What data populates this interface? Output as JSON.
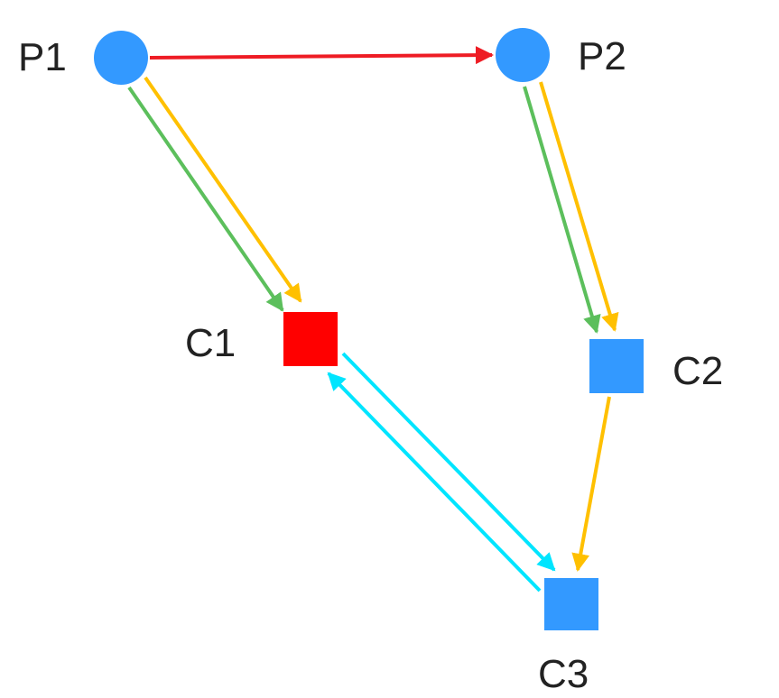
{
  "diagram": {
    "nodes": [
      {
        "id": "P1",
        "label": "P1",
        "shape": "circle",
        "color": "#3399ff"
      },
      {
        "id": "P2",
        "label": "P2",
        "shape": "circle",
        "color": "#3399ff"
      },
      {
        "id": "C1",
        "label": "C1",
        "shape": "square",
        "color": "#ff0000"
      },
      {
        "id": "C2",
        "label": "C2",
        "shape": "square",
        "color": "#3399ff"
      },
      {
        "id": "C3",
        "label": "C3",
        "shape": "square",
        "color": "#3399ff"
      }
    ],
    "edges": [
      {
        "from": "P1",
        "to": "P2",
        "color": "#ee1c24"
      },
      {
        "from": "P1",
        "to": "C1",
        "color": "#5cbf5c"
      },
      {
        "from": "P1",
        "to": "C1",
        "color": "#ffc000"
      },
      {
        "from": "P2",
        "to": "C2",
        "color": "#5cbf5c"
      },
      {
        "from": "P2",
        "to": "C2",
        "color": "#ffc000"
      },
      {
        "from": "C2",
        "to": "C3",
        "color": "#ffc000"
      },
      {
        "from": "C1",
        "to": "C3",
        "color": "#00e5ff"
      },
      {
        "from": "C3",
        "to": "C1",
        "color": "#00e5ff"
      }
    ]
  }
}
